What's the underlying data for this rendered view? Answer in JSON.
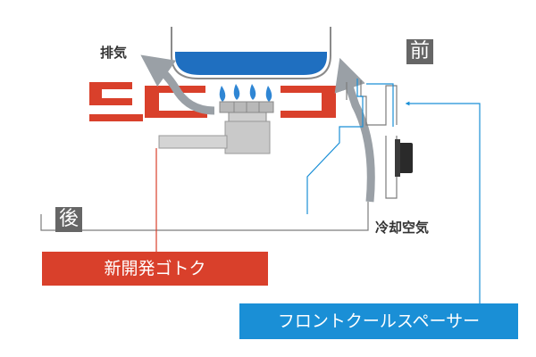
{
  "labels": {
    "exhaust": "排気",
    "front": "前",
    "rear": "後",
    "cooling_air": "冷却空気",
    "trivet": "新開発ゴトク",
    "spacer": "フロントクールスペーサー"
  },
  "colors": {
    "trivet": "#d9402b",
    "spacer": "#1a8fd6",
    "pot": "#1f6fc0",
    "flame": "#2f86d4",
    "tag": "#666666",
    "arrow": "#9aa0a6",
    "outline": "#7d7d7d"
  }
}
